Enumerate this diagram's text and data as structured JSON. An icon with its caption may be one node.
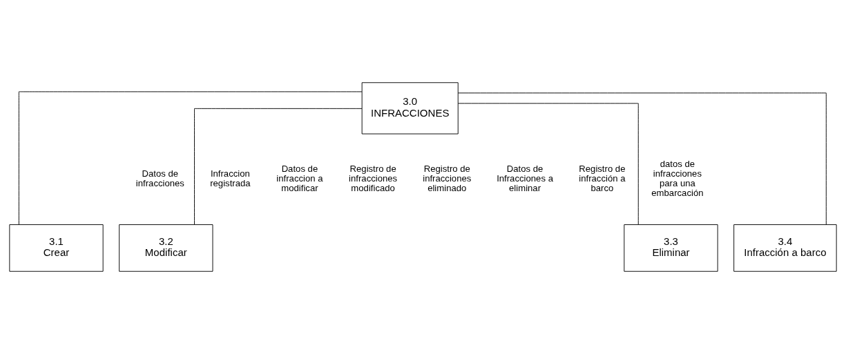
{
  "diagram": {
    "nodes": [
      {
        "text": [
          "3.0",
          "INFRACCIONES"
        ]
      },
      {
        "text": [
          "3.1",
          "Crear"
        ]
      },
      {
        "text": [
          "3.2",
          "Modificar"
        ]
      },
      {
        "text": [
          "3.3",
          "Eliminar"
        ]
      },
      {
        "text": [
          "3.4",
          "Infracción a barco"
        ]
      }
    ],
    "edges": [
      {
        "from": 0,
        "to": 1,
        "arrow": "none"
      },
      {
        "from": 0,
        "to": 2,
        "arrow": "none"
      },
      {
        "from": 0,
        "to": 3,
        "arrow": "none"
      },
      {
        "from": 0,
        "to": 4,
        "arrow": "none"
      }
    ],
    "labels": [
      "Datos de infracciones",
      "Infraccion registrada",
      "Datos de infraccion a modificar",
      "Registro de infracciones modificado",
      "Registro de infracciones eliminado",
      "Datos de Infracciones a eliminar",
      "Registro de infracción a barco",
      "datos de infracciones para una embarcación"
    ]
  }
}
